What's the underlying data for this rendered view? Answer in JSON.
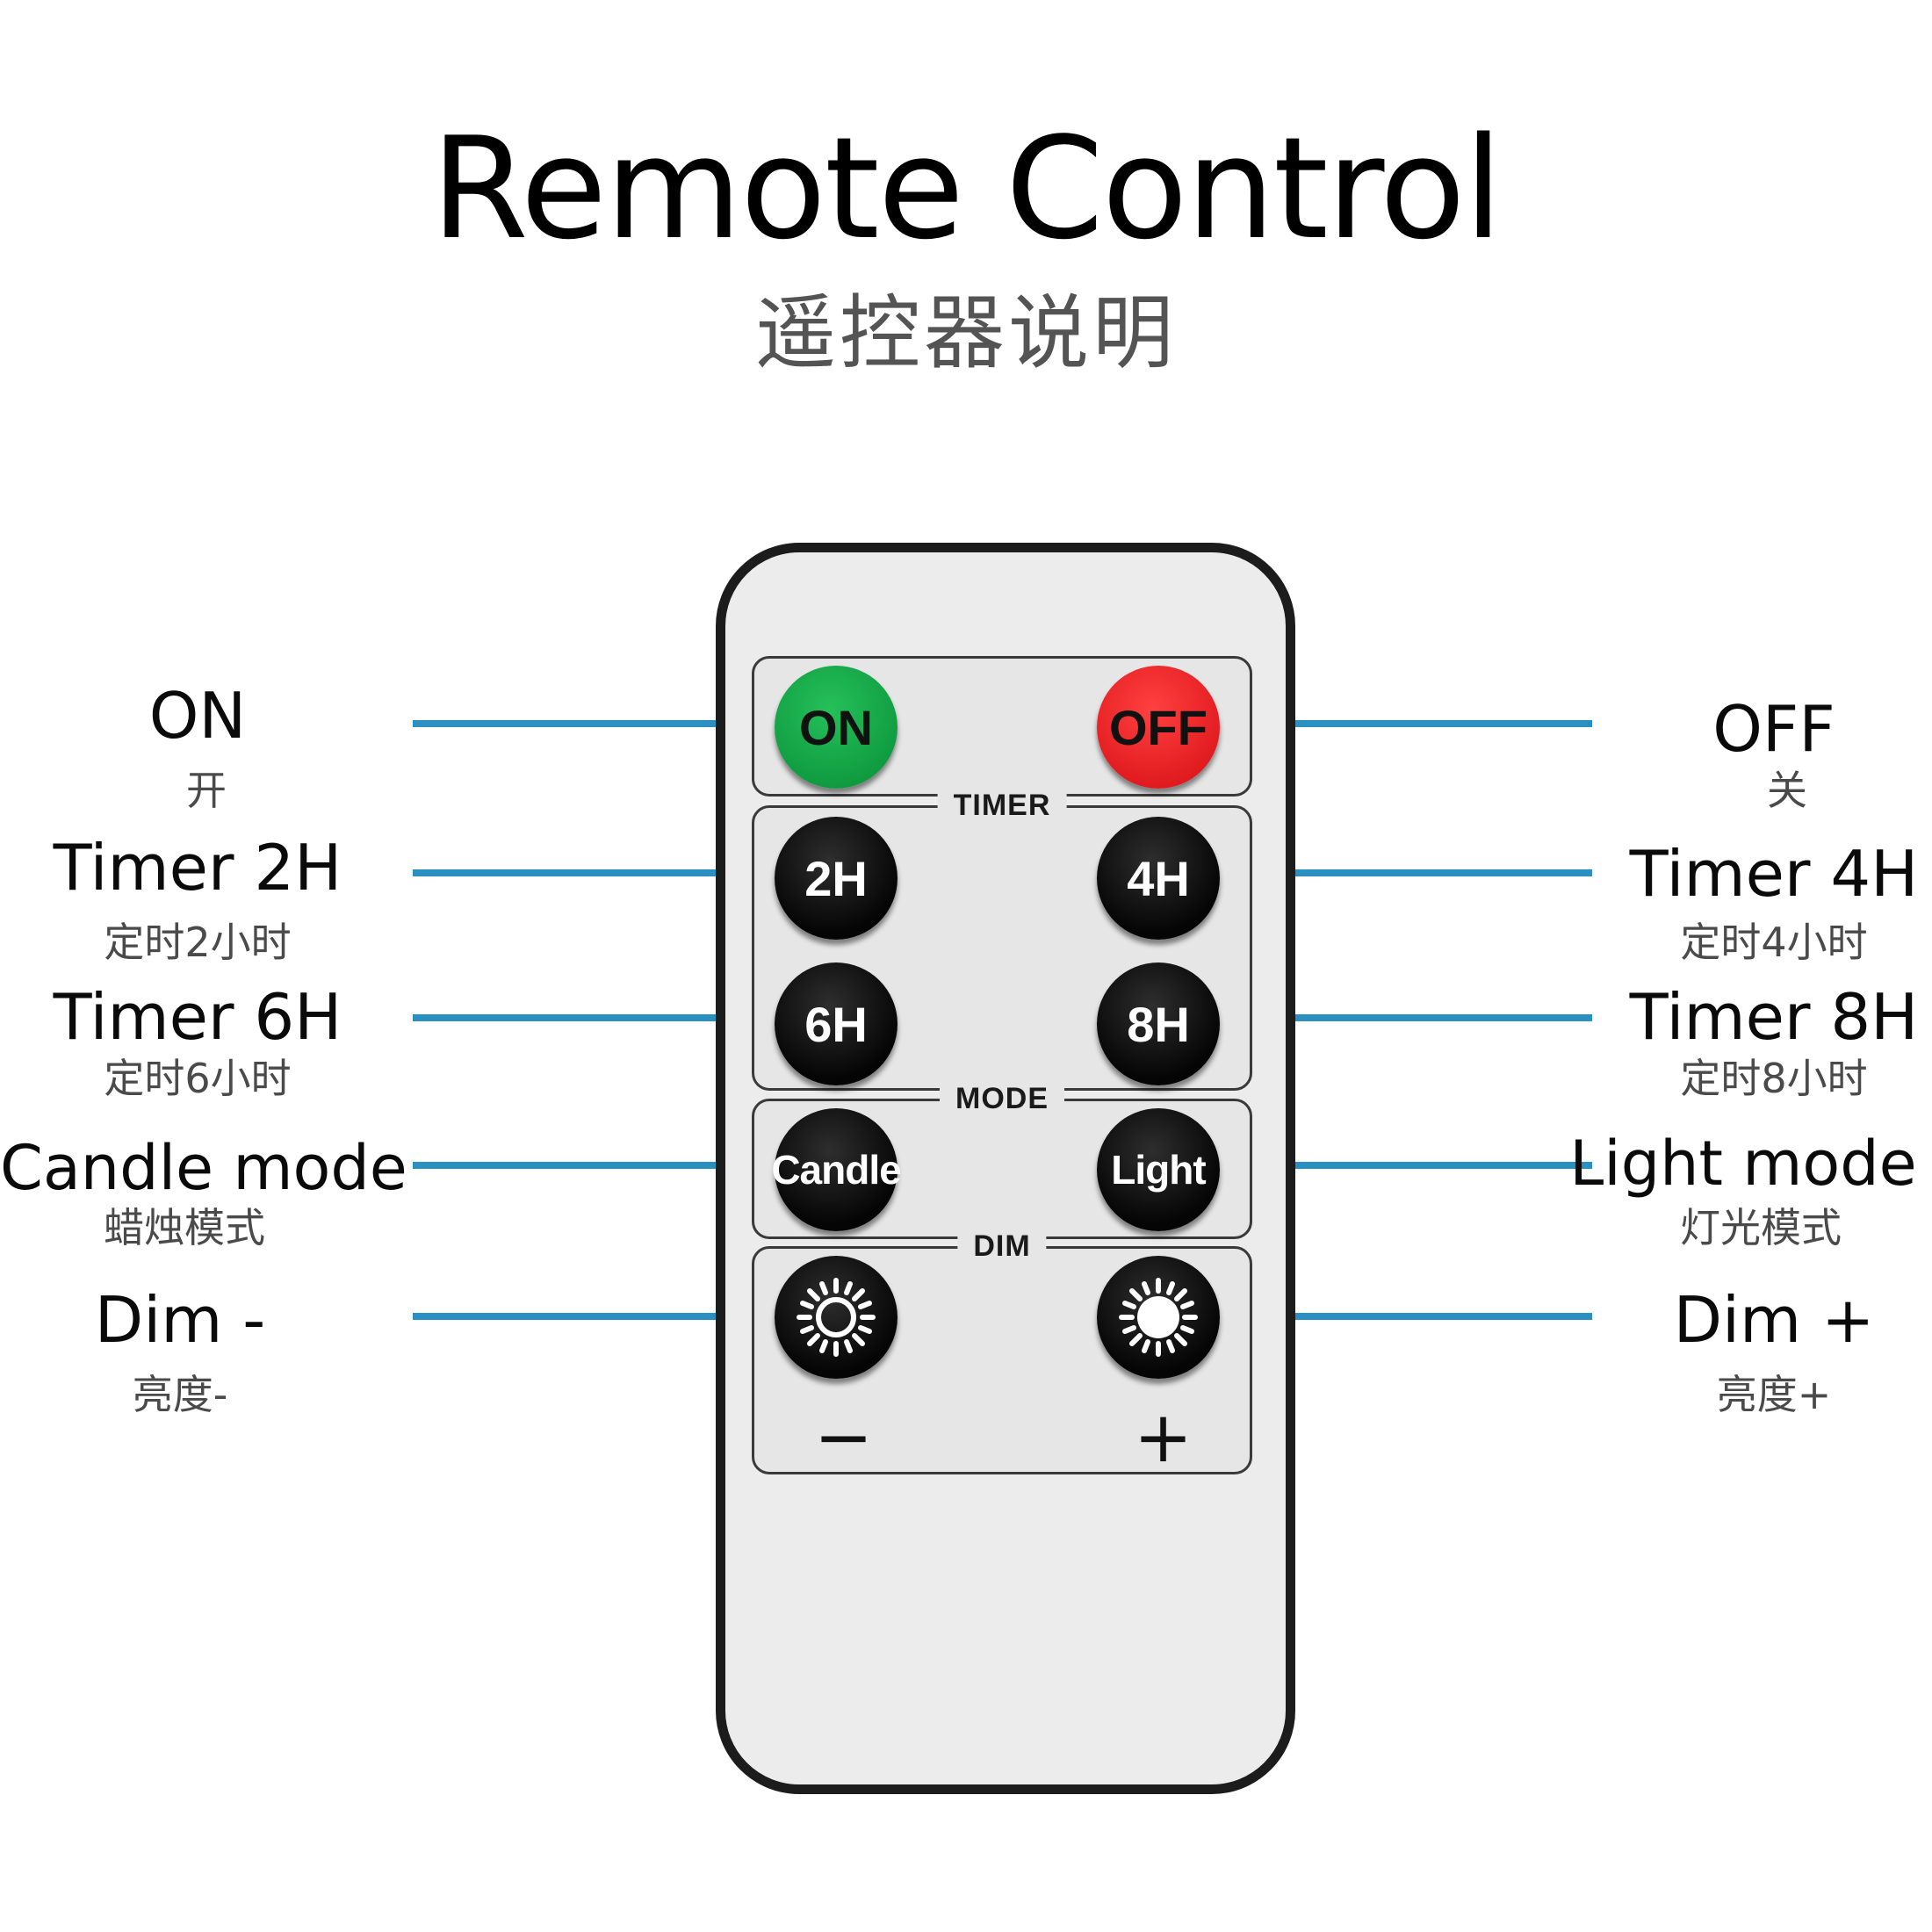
{
  "header": {
    "title": "Remote Control",
    "subtitle": "遥控器说明"
  },
  "remote": {
    "panels": {
      "timer": "TIMER",
      "mode": "MODE",
      "dim": "DIM"
    },
    "buttons": {
      "on": "ON",
      "off": "OFF",
      "t2": "2H",
      "t4": "4H",
      "t6": "6H",
      "t8": "8H",
      "candle": "Candle",
      "light": "Light"
    },
    "dim_minus_sign": "−",
    "dim_plus_sign": "+"
  },
  "labels": {
    "left": [
      {
        "en": "ON",
        "cn": "开"
      },
      {
        "en": "Timer 2H",
        "cn": "定时2小时"
      },
      {
        "en": "Timer 6H",
        "cn": "定时6小时"
      },
      {
        "en": "Candle mode",
        "cn": "蜡烛模式"
      },
      {
        "en": "Dim -",
        "cn": "亮度-"
      }
    ],
    "right": [
      {
        "en": "OFF",
        "cn": "关"
      },
      {
        "en": "Timer 4H",
        "cn": "定时4小时"
      },
      {
        "en": "Timer 8H",
        "cn": "定时8小时"
      },
      {
        "en": "Light mode",
        "cn": "灯光模式"
      },
      {
        "en": "Dim +",
        "cn": "亮度+"
      }
    ]
  },
  "colors": {
    "connector": "#2a90c2",
    "on_button": "#13a84a",
    "off_button": "#ee2227",
    "button_black": "#0b0b0b"
  }
}
